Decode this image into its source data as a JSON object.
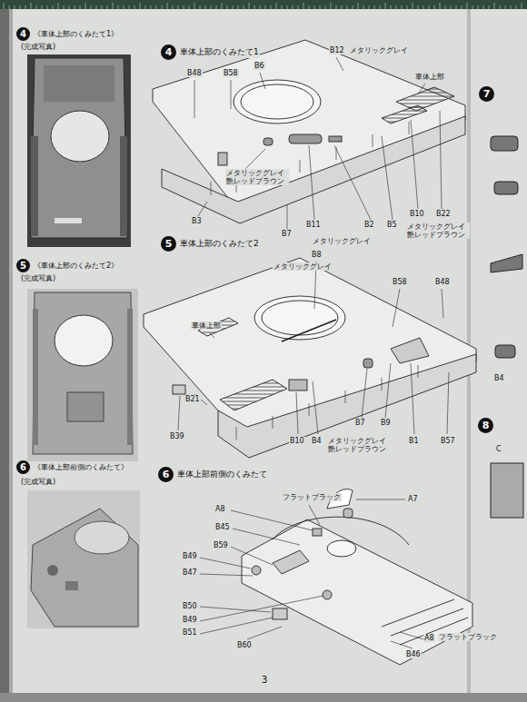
{
  "diagram": {
    "nodes": [
      {
        "text": [
          "4",
          "《車体上部のくみたて1》"
        ]
      },
      {
        "text": [
          "4",
          "車体上部のくみたて1"
        ]
      },
      {
        "text": [
          "7"
        ]
      },
      {
        "text": [
          "5",
          "《車体上部のくみたて2》"
        ]
      },
      {
        "text": [
          "5",
          "車体上部のくみたて2"
        ]
      },
      {
        "text": [
          "8"
        ]
      },
      {
        "text": [
          "6",
          "《車体上部前側のくみたて》"
        ]
      },
      {
        "text": [
          "6",
          "車体上部前側のくみたて"
        ]
      }
    ],
    "labels": [
      "(完成写真)",
      "B48",
      "B58",
      "B6",
      "B12",
      "メタリックグレイ",
      "車体上部",
      "メタリックグレイ 艶レッドブラウン",
      "B3",
      "B7",
      "B11",
      "B2",
      "メタリックグレイ",
      "B5",
      "メタリックグレイ 艶レッドブラウン",
      "B10",
      "B22",
      "B4",
      "(完成写真)",
      "メタリックグレイ",
      "B8",
      "B58",
      "B48",
      "車体上部",
      "B21",
      "B39",
      "B10",
      "B4",
      "メタリックグレイ 艶レッドブラウン",
      "B7",
      "B9",
      "B1",
      "B57",
      "C",
      "(完成写真)",
      "フラットブラック",
      "A7",
      "A8",
      "B45",
      "B59",
      "B49",
      "B47",
      "B50",
      "B49",
      "B51",
      "B60",
      "A8",
      "フラットブラック",
      "B46",
      "3"
    ]
  }
}
